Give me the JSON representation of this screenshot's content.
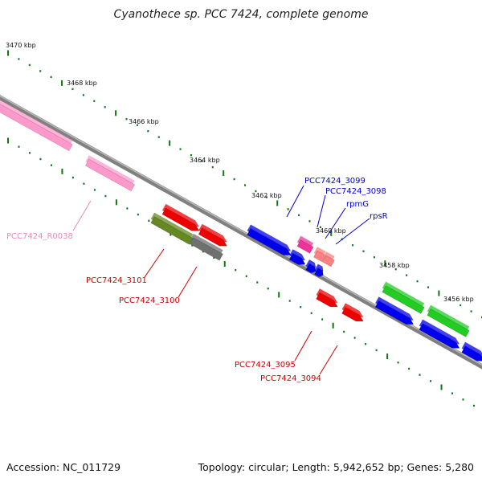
{
  "title": "Cyanothece sp. PCC 7424, complete genome",
  "footer": {
    "accession": "Accession: NC_011729",
    "summary": "Topology: circular; Length: 5,942,652 bp; Genes: 5,280"
  },
  "scale_ticks": [
    "3470 kbp",
    "3468 kbp",
    "3466 kbp",
    "3464 kbp",
    "3462 kbp",
    "3460 kbp",
    "3458 kbp",
    "3456 kbp"
  ],
  "gene_labels": [
    "PCC7424_3099",
    "PCC7424_3098",
    "rpmG",
    "rpsR",
    "PCC7424_R0038",
    "PCC7424_3101",
    "PCC7424_3100",
    "PCC7424_3095",
    "PCC7424_3094"
  ],
  "colors": {
    "backbone": "#808080",
    "blue_label": "#0000cc",
    "red_label": "#cc0000",
    "pink_label": "#ee88bb",
    "tick": "#117711",
    "cds_blue": "#0000ee",
    "cds_red": "#ee0000",
    "cds_green": "#22cc22",
    "cds_pink": "#ff99cc",
    "cds_magenta": "#ee3399",
    "cds_salmon": "#ff8080",
    "cds_olive": "#668822",
    "cds_gray": "#707070"
  }
}
